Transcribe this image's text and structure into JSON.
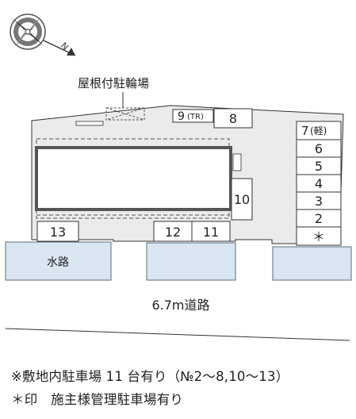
{
  "map": {
    "north_mark": "N",
    "bike_parking_label": "屋根付駐輪場",
    "waterway_label": "水路",
    "road_label": "6.7m道路"
  },
  "spaces": {
    "s9": "9",
    "s9_note": "(TR)",
    "s8": "8",
    "s7": "7",
    "s7_note": "(軽)",
    "s6": "6",
    "s5": "5",
    "s4": "4",
    "s3": "3",
    "s2": "2",
    "s_owner": "＊",
    "s10": "10",
    "s11": "11",
    "s12": "12",
    "s13": "13"
  },
  "notes": {
    "line1": "※敷地内駐車場 11 台有り（№2～8,10～13）",
    "line2": "＊印　施主様管理駐車場有り"
  },
  "colors": {
    "site_gray": "#ebebeb",
    "water_blue": "#d9e6f1",
    "line": "#333333",
    "building_outline": "#555555"
  }
}
